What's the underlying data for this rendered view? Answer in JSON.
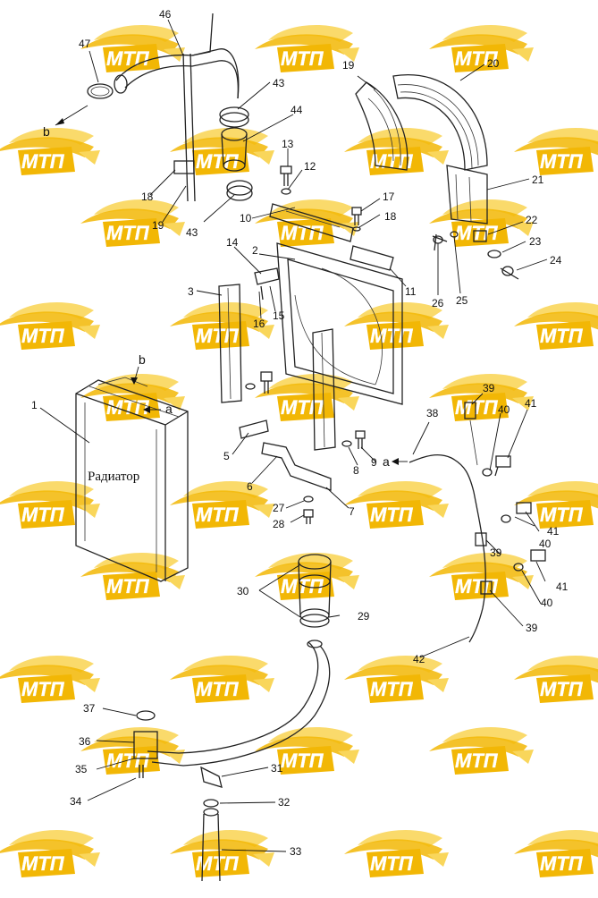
{
  "watermark": {
    "text": "МТП",
    "color_gold": "#f2b705",
    "color_gold_light": "#f9d65b",
    "color_text": "#ffffff"
  },
  "diagram": {
    "radiator_label": "Радиатор",
    "ref_letters": {
      "a": "a",
      "b": "b"
    },
    "callouts": {
      "p1": "1",
      "p2": "2",
      "p3": "3",
      "p5": "5",
      "p6": "6",
      "p7": "7",
      "p8": "8",
      "p9": "9",
      "p10": "10",
      "p11": "11",
      "p12": "12",
      "p13": "13",
      "p14": "14",
      "p15": "15",
      "p16": "16",
      "p17": "17",
      "p18": "18",
      "p18b": "18",
      "p19": "19",
      "p19b": "19",
      "p20": "20",
      "p21": "21",
      "p22": "22",
      "p23": "23",
      "p24": "24",
      "p25": "25",
      "p26": "26",
      "p27": "27",
      "p28": "28",
      "p29": "29",
      "p30": "30",
      "p31": "31",
      "p32": "32",
      "p33": "33",
      "p34": "34",
      "p35": "35",
      "p36": "36",
      "p37": "37",
      "p38": "38",
      "p39a": "39",
      "p39b": "39",
      "p39c": "39",
      "p40a": "40",
      "p40b": "40",
      "p40c": "40",
      "p41a": "41",
      "p41b": "41",
      "p41c": "41",
      "p42": "42",
      "p43a": "43",
      "p43b": "43",
      "p44": "44",
      "p46": "46",
      "p47": "47"
    }
  }
}
